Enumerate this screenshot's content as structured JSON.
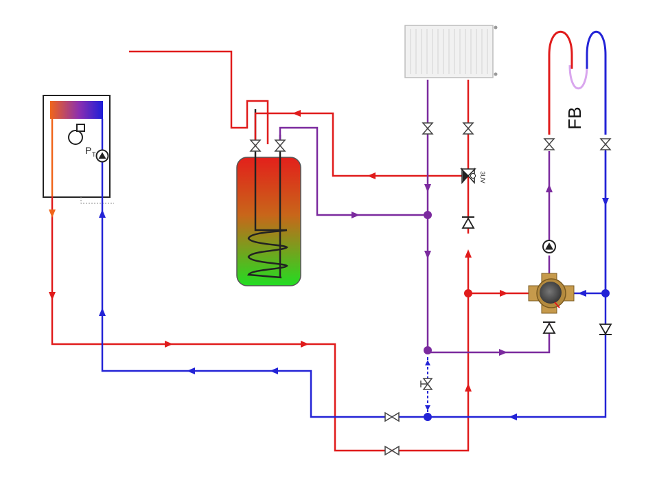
{
  "labels": {
    "pump_label": "P",
    "pump_label_sub": "T",
    "valve_3uv": "3UV",
    "floor_heating": "FB"
  },
  "colors": {
    "supply": "#e01b1b",
    "return": "#2323d6",
    "mixed": "#7b2a9e",
    "tank_top": "#e3201b",
    "tank_bottom": "#22dd22",
    "radiator": "#f1f1f1",
    "fb_pink": "#d9a6ee"
  },
  "icons": [
    "boiler-icon",
    "circulation-pump-icon",
    "gate-valve-icon",
    "check-valve-icon",
    "three-way-valve-icon",
    "four-way-mixer-icon",
    "radiator-icon",
    "hot-water-tank-icon"
  ]
}
